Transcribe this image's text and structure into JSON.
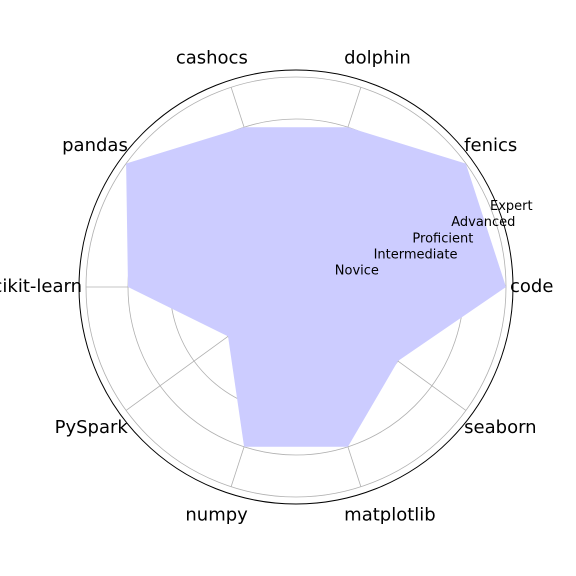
{
  "chart_data": {
    "type": "radar",
    "categories": [
      "code",
      "fenics",
      "dolphin",
      "cashocs",
      "pandas",
      "scikit-learn",
      "PySpark",
      "numpy",
      "matplotlib",
      "seaborn"
    ],
    "values": [
      5,
      5,
      4,
      4,
      5,
      4,
      2,
      4,
      4,
      3
    ],
    "levels": [
      "Novice",
      "Intermediate",
      "Proficient",
      "Advanced",
      "Expert"
    ],
    "rlim": [
      0,
      5
    ],
    "grid": true,
    "fill_color": "#ccccff",
    "grid_color": "#b0b0b0",
    "frame_color": "#000000"
  }
}
